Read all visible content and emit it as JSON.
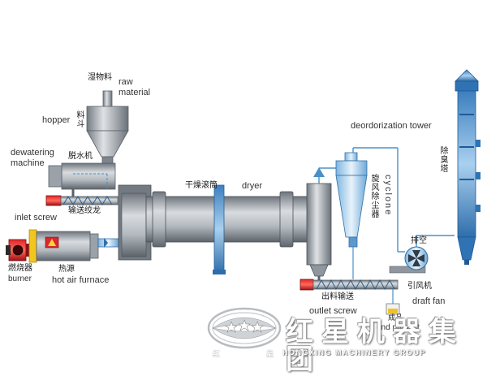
{
  "labels": {
    "raw_cn": "湿物料",
    "raw_en": "raw material",
    "hopper_en": "hopper",
    "hopper_cn": "料斗",
    "dewatering_en": "dewatering machine",
    "dewatering_cn": "脱水机",
    "conveyor_cn": "输送绞龙",
    "inlet_screw_en": "inlet screw",
    "burner_cn": "燃烧器",
    "burner_en": "burner",
    "heat_cn": "热源",
    "furnace_en": "hot air furnace",
    "drum_cn": "干燥滚筒",
    "dryer_en": "dryer",
    "deodor_en": "deordorization tower",
    "deodor_cn": "除臭塔",
    "cyclone_cn": "旋风除尘器",
    "cyclone_en": "cyclone",
    "exhaust_cn": "排空",
    "fan_cn": "引风机",
    "fan_en": "draft fan",
    "outlet_cn": "出料输送",
    "outlet_en": "outlet screw",
    "product_cn": "成品",
    "product_en": "end product"
  },
  "logo": {
    "name_cn": "红星机器集团",
    "name_en": "HONGXING MACHINERY GROUP",
    "sub_left": "红",
    "sub_right": "星"
  },
  "colors": {
    "steel": "#8f969d",
    "dark_steel": "#545b62",
    "pipe": "#4a90c8",
    "red": "#c8151b"
  }
}
